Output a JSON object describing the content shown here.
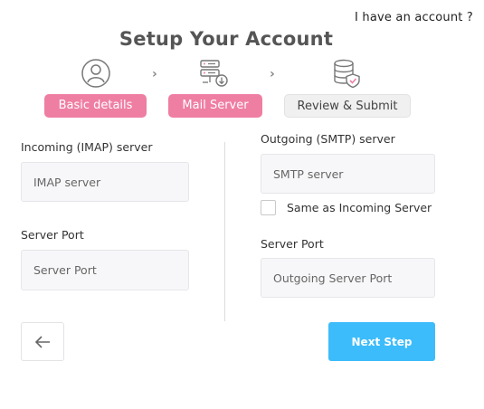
{
  "header": {
    "have_account": "I have an account ?",
    "title": "Setup Your Account"
  },
  "steps": [
    {
      "label": "Basic details",
      "icon": "user-circle-icon",
      "state": "active"
    },
    {
      "label": "Mail Server",
      "icon": "server-download-icon",
      "state": "active"
    },
    {
      "label": "Review & Submit",
      "icon": "database-check-icon",
      "state": "inactive"
    }
  ],
  "step_separator_icon": "chevron-right-icon",
  "incoming": {
    "server_label": "Incoming (IMAP) server",
    "server_placeholder": "IMAP server",
    "server_value": "",
    "port_label": "Server Port",
    "port_placeholder": "Server Port",
    "port_value": ""
  },
  "outgoing": {
    "server_label": "Outgoing (SMTP) server",
    "server_placeholder": "SMTP server",
    "server_value": "",
    "same_as_incoming_label": "Same as Incoming Server",
    "same_as_incoming_checked": false,
    "port_label": "Server Port",
    "port_placeholder": "Outgoing Server Port",
    "port_value": ""
  },
  "nav": {
    "back_icon": "arrow-left-icon",
    "next_label": "Next Step"
  },
  "colors": {
    "active_step": "#ef7ea3",
    "next_button": "#3cbcfb",
    "title": "#555555"
  }
}
